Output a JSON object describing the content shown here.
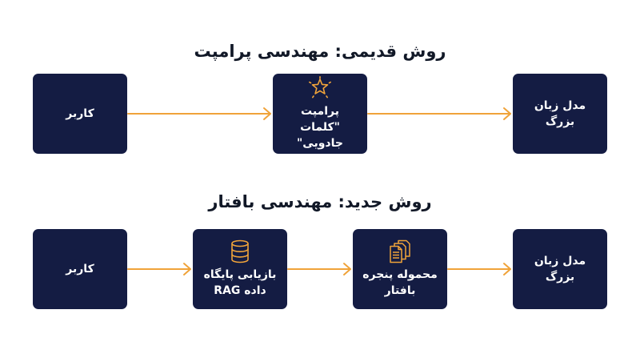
{
  "colors": {
    "box_fill": "#141c43",
    "arrow": "#f0a33a",
    "title_text": "#111827",
    "box_text": "#ffffff"
  },
  "old_approach": {
    "title": "روش قدیمی: مهندسی پرامپت",
    "nodes": [
      {
        "id": "user",
        "label": "کاربر",
        "icon": ""
      },
      {
        "id": "prompt",
        "label": "پرامپت\n\"کلمات جادویی\"",
        "icon": "star-burst-icon"
      },
      {
        "id": "llm",
        "label": "مدل زبان\nبزرگ",
        "icon": ""
      }
    ]
  },
  "new_approach": {
    "title": "روش جدید: مهندسی بافتار",
    "nodes": [
      {
        "id": "user",
        "label": "کاربر",
        "icon": ""
      },
      {
        "id": "rag",
        "label": "بازیابی پایگاه\nداده RAG",
        "icon": "database-icon"
      },
      {
        "id": "context",
        "label": "محموله پنجره\nبافتار",
        "icon": "documents-icon"
      },
      {
        "id": "llm",
        "label": "مدل زبان\nبزرگ",
        "icon": ""
      }
    ]
  }
}
